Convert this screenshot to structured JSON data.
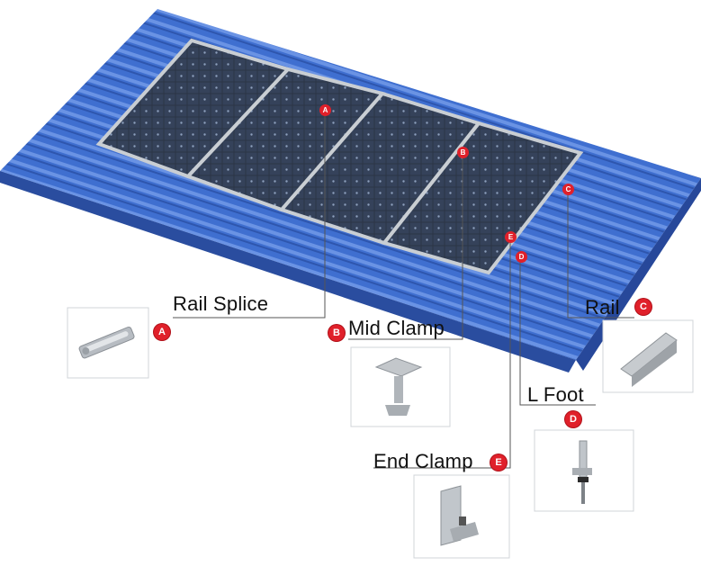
{
  "components": [
    {
      "id": "A",
      "name": "Rail Splice"
    },
    {
      "id": "B",
      "name": "Mid Clamp"
    },
    {
      "id": "C",
      "name": "Rail"
    },
    {
      "id": "D",
      "name": "L Foot"
    },
    {
      "id": "E",
      "name": "End Clamp"
    }
  ],
  "colors": {
    "roof": "#3f6fd0",
    "roof_dark": "#2d55b0",
    "panel_cell": "#2a3442",
    "panel_frame": "#c9ced3",
    "marker": "#e0202a",
    "leader_line": "#555555"
  }
}
